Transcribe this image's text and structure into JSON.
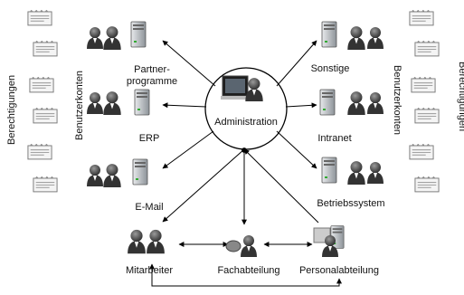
{
  "center": {
    "label": "Administration"
  },
  "systems": {
    "partner_line1": "Partner-",
    "partner_line2": "programme",
    "erp": "ERP",
    "email": "E-Mail",
    "sonstige": "Sonstige",
    "intranet": "Intranet",
    "betriebssystem": "Betriebssystem"
  },
  "departments": {
    "mitarbeiter": "Mitarbeiter",
    "fachabteilung": "Fachabteilung",
    "personalabteilung": "Personalabteilung"
  },
  "side_labels": {
    "left_berechtigungen": "Berechtigungen",
    "left_benutzerkonten": "Benutzerkonten",
    "right_benutzerkonten": "Benutzerkonten",
    "right_berechtigungen": "Berechtigungen"
  },
  "colors": {
    "line": "#000000",
    "server": "#9aa0a6",
    "people": "#3a3a3a",
    "doc": "#6b6b6b"
  }
}
